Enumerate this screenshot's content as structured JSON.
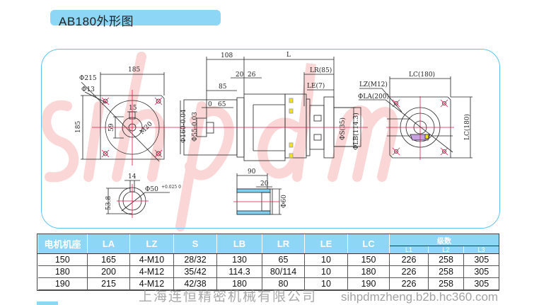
{
  "title": "AB180外形图",
  "watermark": {
    "logo": "sihpdm",
    "company": "上海连恒精密机械有限公司",
    "site": "sihpdmzheng.b2b.hc360.com"
  },
  "drawing": {
    "front": {
      "width": "185",
      "pcd": "Φ215",
      "hole": "Φ13",
      "height": "185",
      "key": "15",
      "depth": "59",
      "thread": "M20"
    },
    "shaft_section": {
      "key": "14",
      "dia": "Φ50",
      "tol": "+0.025 0",
      "height": "53.8"
    },
    "side": {
      "d108": "108",
      "L": "L",
      "d20": "20",
      "d26": "26",
      "d85": "85",
      "d0": "0",
      "d65": "65",
      "phi160": "Φ160-0.04",
      "phi55": "Φ55-0.03",
      "LR": "LR(85)",
      "LE": "LE(7)",
      "phiS": "ΦS(35)",
      "phiLB": "ΦLB(114.3)"
    },
    "output_face": {
      "LC_top": "LC(180)",
      "LZ": "LZ(M12)",
      "LA": "ΦLA(200)",
      "LC_side": "LC(180)"
    },
    "bore": {
      "d90": "90",
      "d20": "20",
      "phi60": "Φ60"
    }
  },
  "table": {
    "headers": [
      "电机机座",
      "LA",
      "LZ",
      "S",
      "LB",
      "LR",
      "LE",
      "LC"
    ],
    "group_header": "级数",
    "sub_headers": [
      "L1",
      "L2",
      "L3"
    ],
    "rows": [
      [
        "150",
        "165",
        "4-M10",
        "28/32",
        "130",
        "65",
        "10",
        "150",
        "226",
        "258",
        "305"
      ],
      [
        "180",
        "200",
        "4-M12",
        "35/42",
        "114.3",
        "80/114",
        "10",
        "180",
        "226",
        "258",
        "305"
      ],
      [
        "190",
        "215",
        "4-M12",
        "42/38",
        "180",
        "80",
        "10",
        "190",
        "226",
        "258",
        "305"
      ]
    ]
  },
  "colors": {
    "accent": "#8dd6f6",
    "centerline": "#e8174a",
    "bolt": "#f3e21c"
  }
}
